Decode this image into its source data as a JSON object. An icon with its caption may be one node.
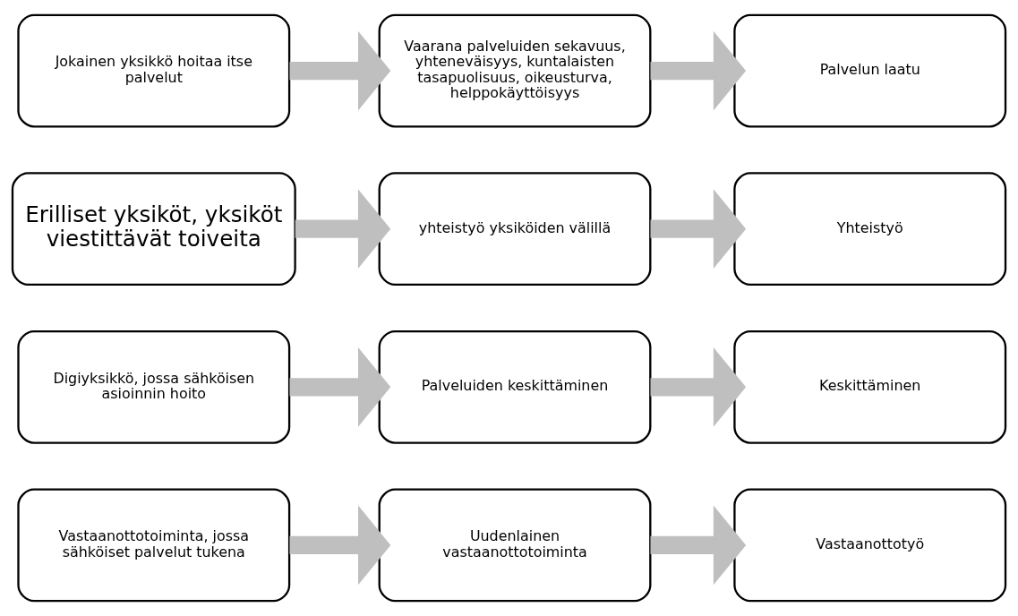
{
  "diagram": {
    "nodes": [
      {
        "text": [
          "Jokainen yksikkö hoitaa itse palvelut"
        ]
      },
      {
        "text": [
          "Vaarana palveluiden sekavuus, yhteneväisyys, kuntalaisten tasapuolisuus, oikeusturva, helppokäyttöisyys"
        ]
      },
      {
        "text": [
          "Palvelun laatu"
        ]
      },
      {
        "text": [
          "Erilliset yksiköt, yksiköt viestittävät toiveita"
        ]
      },
      {
        "text": [
          "yhteistyö yksiköiden välillä"
        ]
      },
      {
        "text": [
          "Yhteistyö"
        ]
      },
      {
        "text": [
          "Digiyksikkö, jossa sähköisen asioinnin hoito"
        ]
      },
      {
        "text": [
          "Palveluiden keskittäminen"
        ]
      },
      {
        "text": [
          "Keskittäminen"
        ]
      },
      {
        "text": [
          "Vastaanottotoiminta, jossa sähköiset palvelut tukena"
        ]
      },
      {
        "text": [
          "Uudenlainen vastaanottotoiminta"
        ]
      },
      {
        "text": [
          "Vastaanottotyö"
        ]
      }
    ],
    "edges": [
      {
        "from": 0,
        "to": 1,
        "arrow": "to"
      },
      {
        "from": 1,
        "to": 2,
        "arrow": "to"
      },
      {
        "from": 3,
        "to": 4,
        "arrow": "to"
      },
      {
        "from": 4,
        "to": 5,
        "arrow": "to"
      },
      {
        "from": 6,
        "to": 7,
        "arrow": "to"
      },
      {
        "from": 7,
        "to": 8,
        "arrow": "to"
      },
      {
        "from": 9,
        "to": 10,
        "arrow": "to"
      },
      {
        "from": 10,
        "to": 11,
        "arrow": "to"
      }
    ]
  }
}
